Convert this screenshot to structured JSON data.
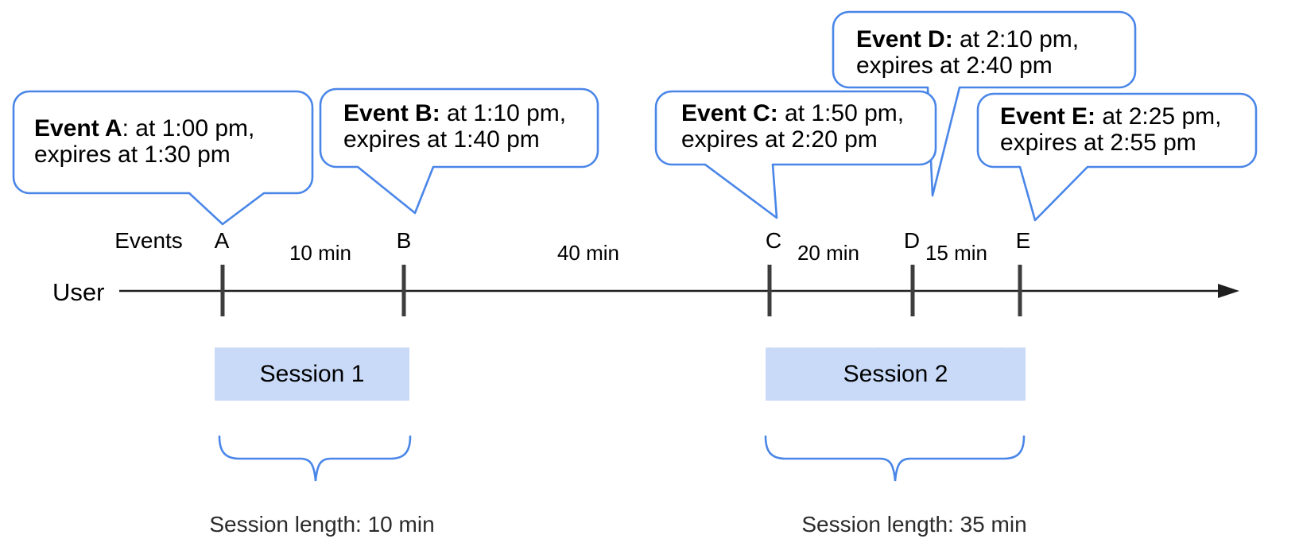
{
  "bubbles": [
    {
      "bold": "Event A",
      "rest": ": at 1:00 pm,",
      "line2": "expires at 1:30 pm"
    },
    {
      "bold": "Event B:",
      "rest": " at 1:10 pm,",
      "line2": "expires at 1:40 pm"
    },
    {
      "bold": "Event C:",
      "rest": " at 1:50 pm,",
      "line2": "expires at 2:20 pm"
    },
    {
      "bold": "Event D:",
      "rest": " at 2:10 pm,",
      "line2": "expires at 2:40 pm"
    },
    {
      "bold": "Event E:",
      "rest": " at 2:25 pm,",
      "line2": "expires at 2:55 pm"
    }
  ],
  "timeline": {
    "events_label": "Events",
    "user_label": "User",
    "markers": [
      "A",
      "B",
      "C",
      "D",
      "E"
    ],
    "intervals": [
      "10 min",
      "40 min",
      "20 min",
      "15 min"
    ]
  },
  "sessions": [
    {
      "label": "Session 1",
      "length_label": "Session length: 10 min"
    },
    {
      "label": "Session 2",
      "length_label": "Session length: 35 min"
    }
  ],
  "colors": {
    "accent_blue": "#4a86e8",
    "session_fill": "#c9daf8",
    "tick_color": "#3d3d3d",
    "line_color": "#1f1f1f"
  }
}
